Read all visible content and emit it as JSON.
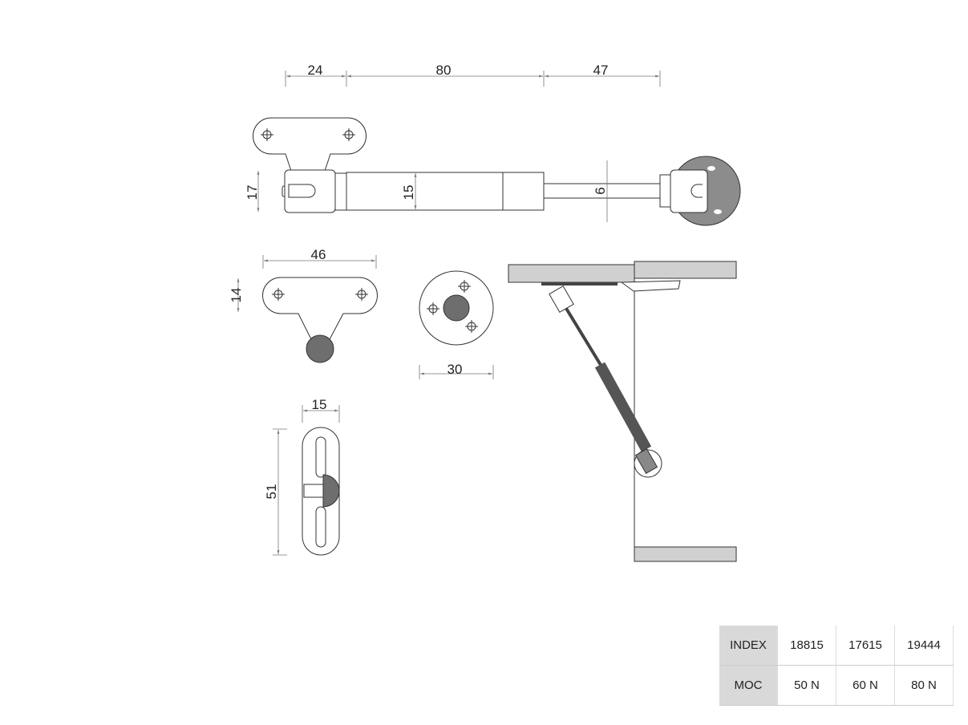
{
  "dimensions": {
    "top_left": "24",
    "top_mid": "80",
    "top_right": "47",
    "end_height": "17",
    "cylinder_dia": "15",
    "rod_dia": "6",
    "bracket_width": "46",
    "bracket_height": "14",
    "disc_dia": "30",
    "plate_width": "15",
    "plate_length": "51"
  },
  "table": {
    "rows": [
      {
        "label": "INDEX",
        "values": [
          "18815",
          "17615",
          "19444"
        ]
      },
      {
        "label": "MOC",
        "values": [
          "50 N",
          "60 N",
          "80 N"
        ]
      }
    ]
  },
  "colors": {
    "part_fill": "#8c8c8c",
    "panel_fill": "#d0d0d0",
    "header_fill": "#d9d9d9"
  }
}
